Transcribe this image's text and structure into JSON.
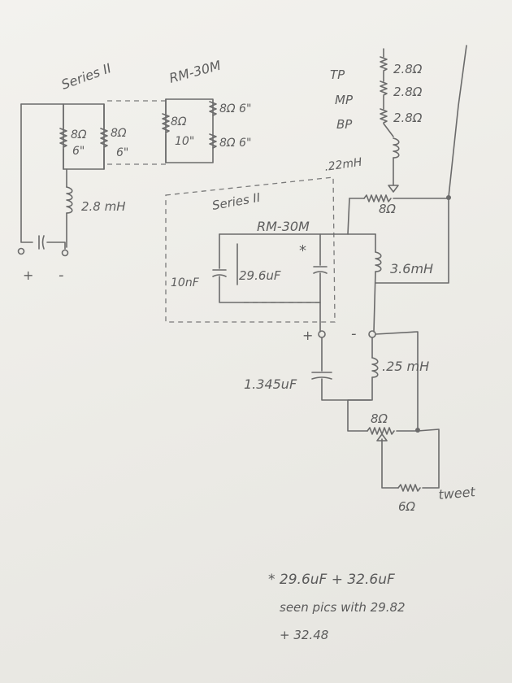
{
  "speaker_a": {
    "label": "Series II",
    "driver_1": {
      "impedance": "8Ω",
      "size": "6\""
    },
    "driver_2": {
      "impedance": "8Ω",
      "size": "6\""
    },
    "inductor": "2.8 mH",
    "terminal_plus": "+",
    "terminal_minus": "-"
  },
  "speaker_b": {
    "label": "RM-30M",
    "woofer": {
      "impedance": "8Ω",
      "size": "10\""
    },
    "mid_1": "8Ω 6\"",
    "mid_2": "8Ω 6\""
  },
  "upper_chain": {
    "tp_label": "TP",
    "tp_value": "2.8Ω",
    "mp_label": "MP",
    "mp_value": "2.8Ω",
    "bp_label": "BP",
    "bp_value": "2.8Ω",
    "inductor": ".22mH",
    "pot": "8Ω",
    "inductor_2": "3.6mH"
  },
  "box": {
    "label_1": "Series II",
    "label_2": "RM-30M",
    "cap_left": "10nF",
    "cap_mid": "29.6uF",
    "asterisk": "*"
  },
  "lower_chain": {
    "plus": "+",
    "minus": "-",
    "cap": "1.345uF",
    "inductor": ".25 mH",
    "pot": "8Ω",
    "resistor": "6Ω",
    "tweet": "tweet"
  },
  "footnote": {
    "line_1": "* 29.6uF + 32.6uF",
    "line_2": "seen pics with 29.82",
    "line_3": "+ 32.48"
  }
}
